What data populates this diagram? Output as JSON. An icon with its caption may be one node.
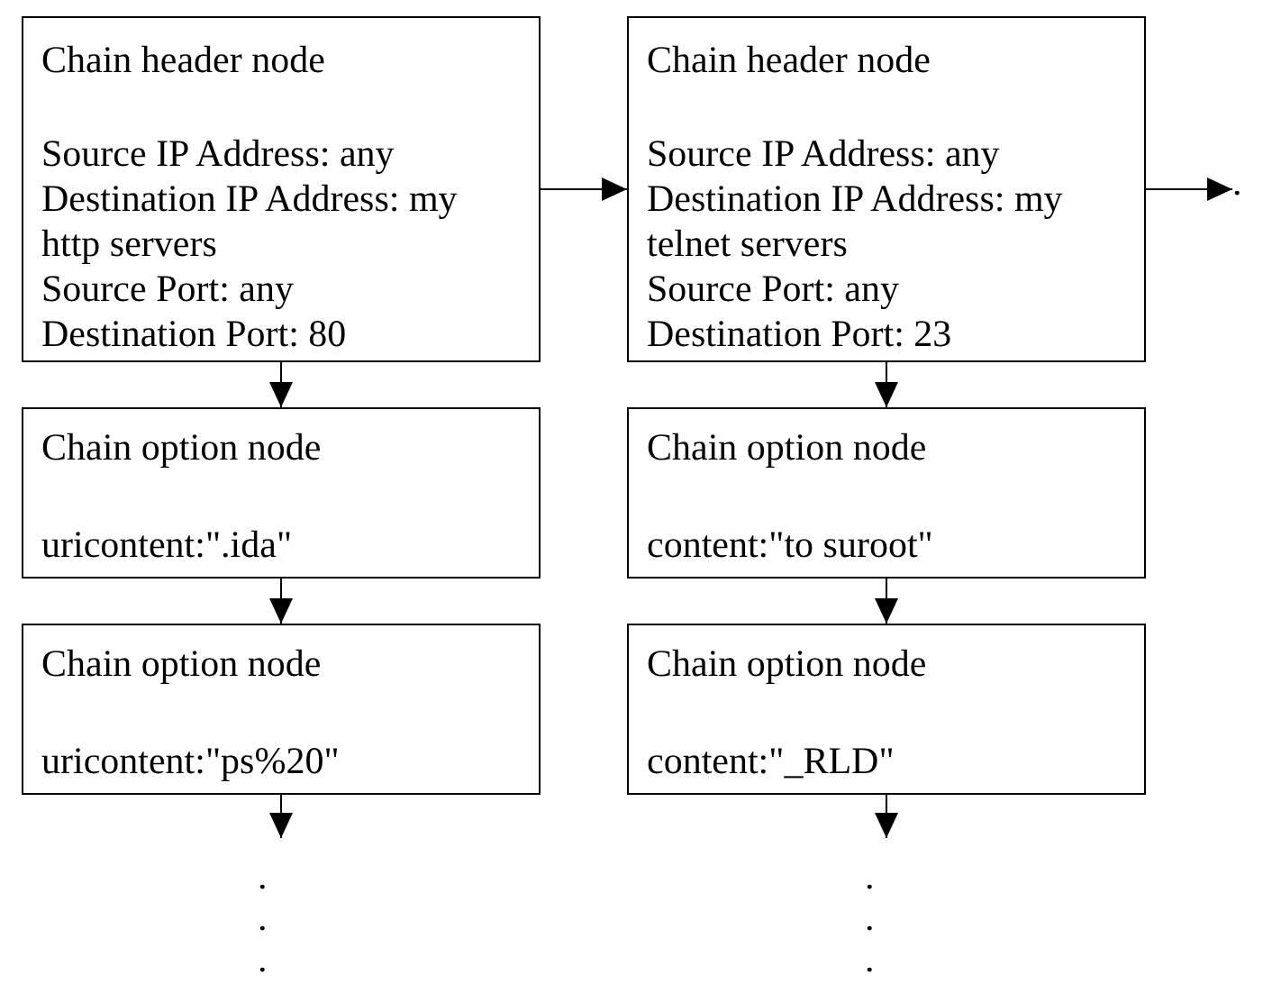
{
  "diagram": {
    "nodes": [
      {
        "text": [
          "Chain header node",
          "Source IP Address: any",
          "Destination IP Address: my http servers",
          "Source Port: any",
          "Destination Port: 80"
        ]
      },
      {
        "text": [
          "Chain header node",
          "Source IP Address: any",
          "Destination IP Address: my telnet servers",
          "Source Port: any",
          "Destination Port: 23"
        ]
      },
      {
        "text": [
          "."
        ]
      },
      {
        "text": [
          "Chain option node",
          "uricontent:\".ida\""
        ]
      },
      {
        "text": [
          "Chain option node",
          "content:\"to suroot\""
        ]
      },
      {
        "text": [
          "Chain option node",
          "uricontent:\"ps%20\""
        ]
      },
      {
        "text": [
          "Chain option node",
          "content:\"_RLD\""
        ]
      },
      {
        "text": [
          ".",
          ".",
          "."
        ]
      },
      {
        "text": [
          ".",
          ".",
          "."
        ]
      }
    ],
    "edges": [
      {
        "from": 0,
        "to": 1,
        "arrow": "to"
      },
      {
        "from": 1,
        "to": 2,
        "arrow": "to"
      },
      {
        "from": 0,
        "to": 3,
        "arrow": "to"
      },
      {
        "from": 1,
        "to": 4,
        "arrow": "to"
      },
      {
        "from": 3,
        "to": 5,
        "arrow": "to"
      },
      {
        "from": 4,
        "to": 6,
        "arrow": "to"
      },
      {
        "from": 5,
        "to": 7,
        "arrow": "to"
      },
      {
        "from": 6,
        "to": 8,
        "arrow": "to"
      }
    ]
  }
}
